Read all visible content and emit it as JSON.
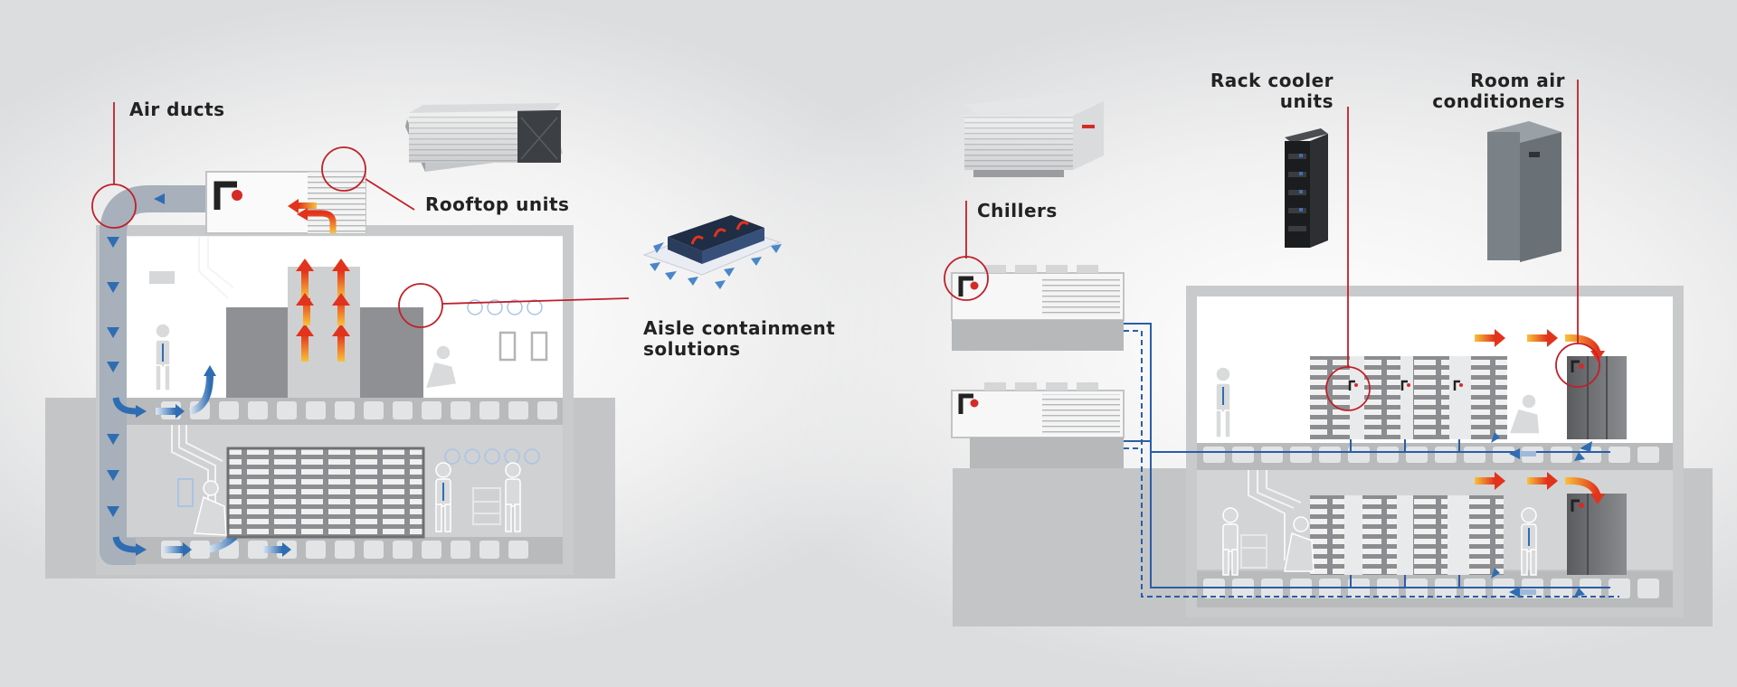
{
  "labels": {
    "air_ducts": "Air ducts",
    "rooftop_units": "Rooftop units",
    "aisle_containment": "Aisle containment\nsolutions",
    "chillers": "Chillers",
    "rack_cooler_units": "Rack cooler\nunits",
    "room_air_conditioners": "Room air\nconditioners"
  },
  "colors": {
    "callout": "#c0202a",
    "cold_air": "#2f6db3",
    "hot_air": "#e8451e",
    "pipe": "#2a5ea8",
    "rack": "#8a8b8d",
    "building": "#c9cacc"
  }
}
